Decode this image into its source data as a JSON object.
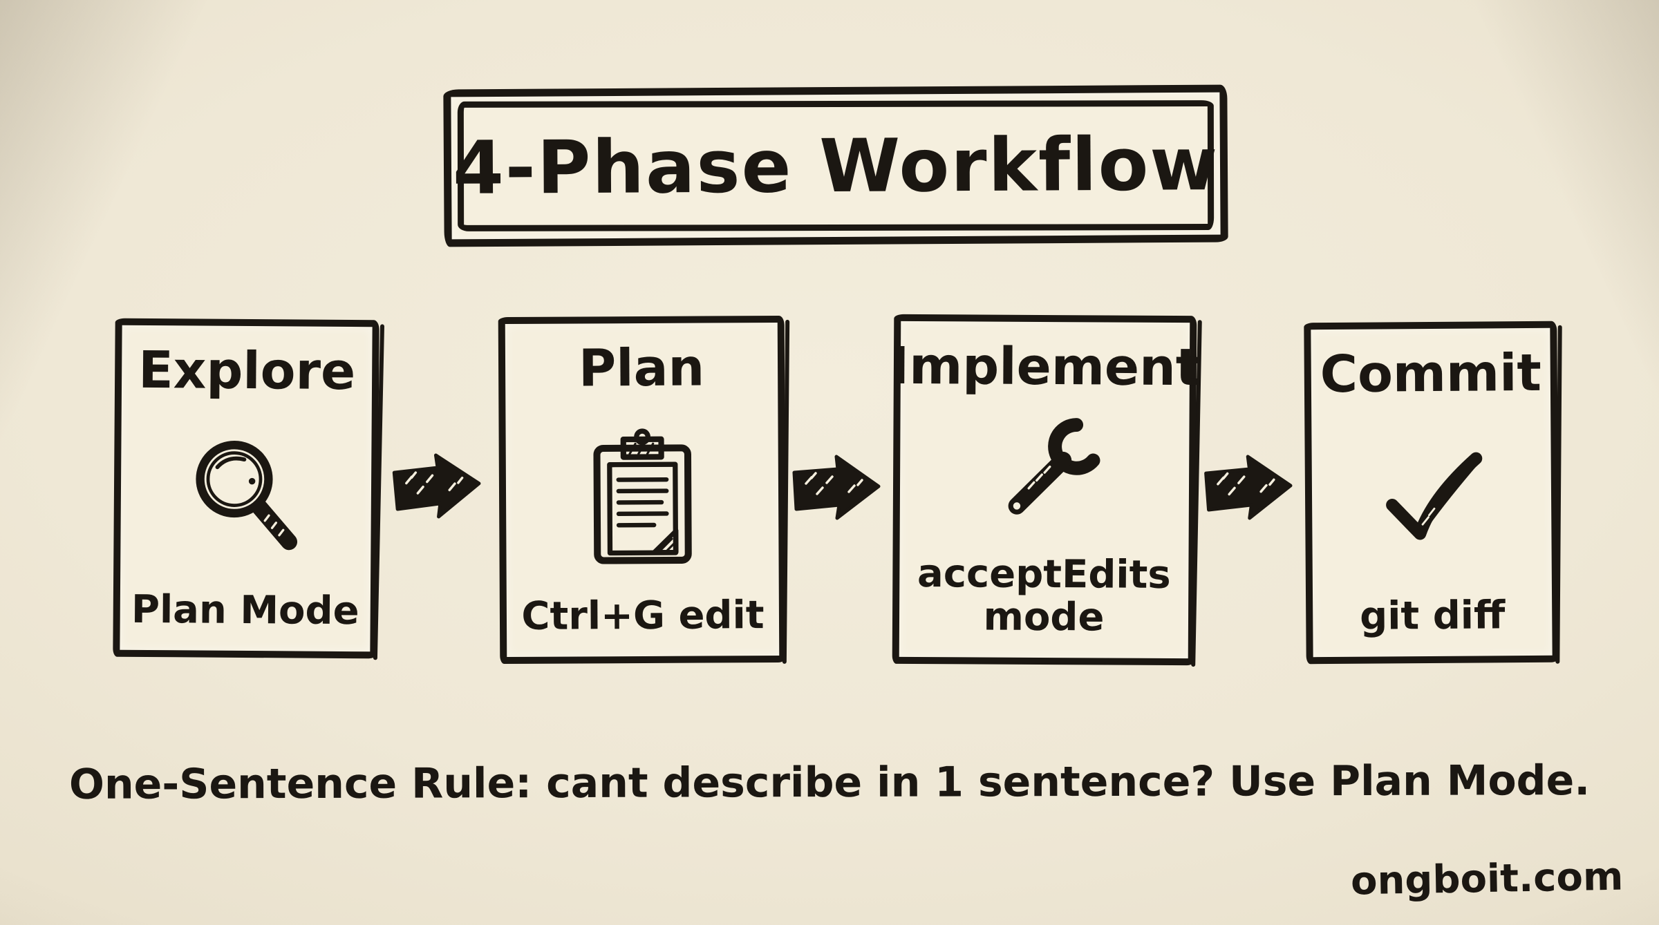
{
  "title": "4-Phase Workflow",
  "phases": [
    {
      "name": "Explore",
      "detail": "Plan Mode",
      "icon": "magnifying-glass-icon"
    },
    {
      "name": "Plan",
      "detail": "Ctrl+G edit",
      "icon": "clipboard-icon"
    },
    {
      "name": "Implement",
      "detail": "acceptEdits mode",
      "icon": "wrench-icon"
    },
    {
      "name": "Commit",
      "detail": "git diff",
      "icon": "checkmark-icon"
    }
  ],
  "rule_text": "One-Sentence Rule: cant describe in 1 sentence? Use Plan Mode.",
  "watermark": "ongboit.com",
  "colors": {
    "ink": "#1b1712",
    "paper": "#efe8d6",
    "box_fill": "#f5efde"
  }
}
